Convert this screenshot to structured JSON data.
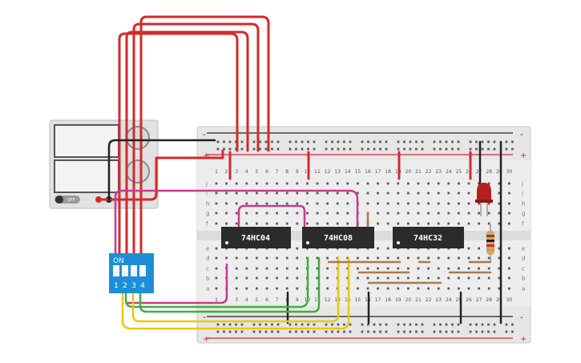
{
  "chips": [
    {
      "id": "ic1",
      "label": "74HC04"
    },
    {
      "id": "ic2",
      "label": "74HC08"
    },
    {
      "id": "ic3",
      "label": "74HC32"
    }
  ],
  "dip_switch": {
    "on_label": "ON",
    "switch_labels": [
      "1",
      "2",
      "3",
      "4"
    ]
  },
  "power_supply": {
    "off_label": "OFF"
  },
  "breadboard": {
    "row_letters_top": [
      "j",
      "i",
      "h",
      "g",
      "f"
    ],
    "row_letters_bottom": [
      "e",
      "d",
      "c",
      "b",
      "a"
    ],
    "column_numbers": [
      "1",
      "2",
      "3",
      "4",
      "5",
      "6",
      "7",
      "8",
      "9",
      "10",
      "11",
      "12",
      "13",
      "14",
      "15",
      "16",
      "17",
      "18",
      "19",
      "20",
      "21",
      "22",
      "23",
      "24",
      "25",
      "26",
      "27",
      "28",
      "29",
      "30"
    ],
    "plus_sign": "+",
    "minus_sign": "-"
  },
  "colors": {
    "wire_red": "#d42a2a",
    "wire_black": "#222222",
    "wire_magenta": "#c8398f",
    "wire_green": "#3fae3f",
    "wire_yellow": "#eec515",
    "wire_brown": "#a87a4e",
    "chip": "#2b2b2b",
    "dip": "#1e8fd6",
    "led": "#b42020"
  }
}
